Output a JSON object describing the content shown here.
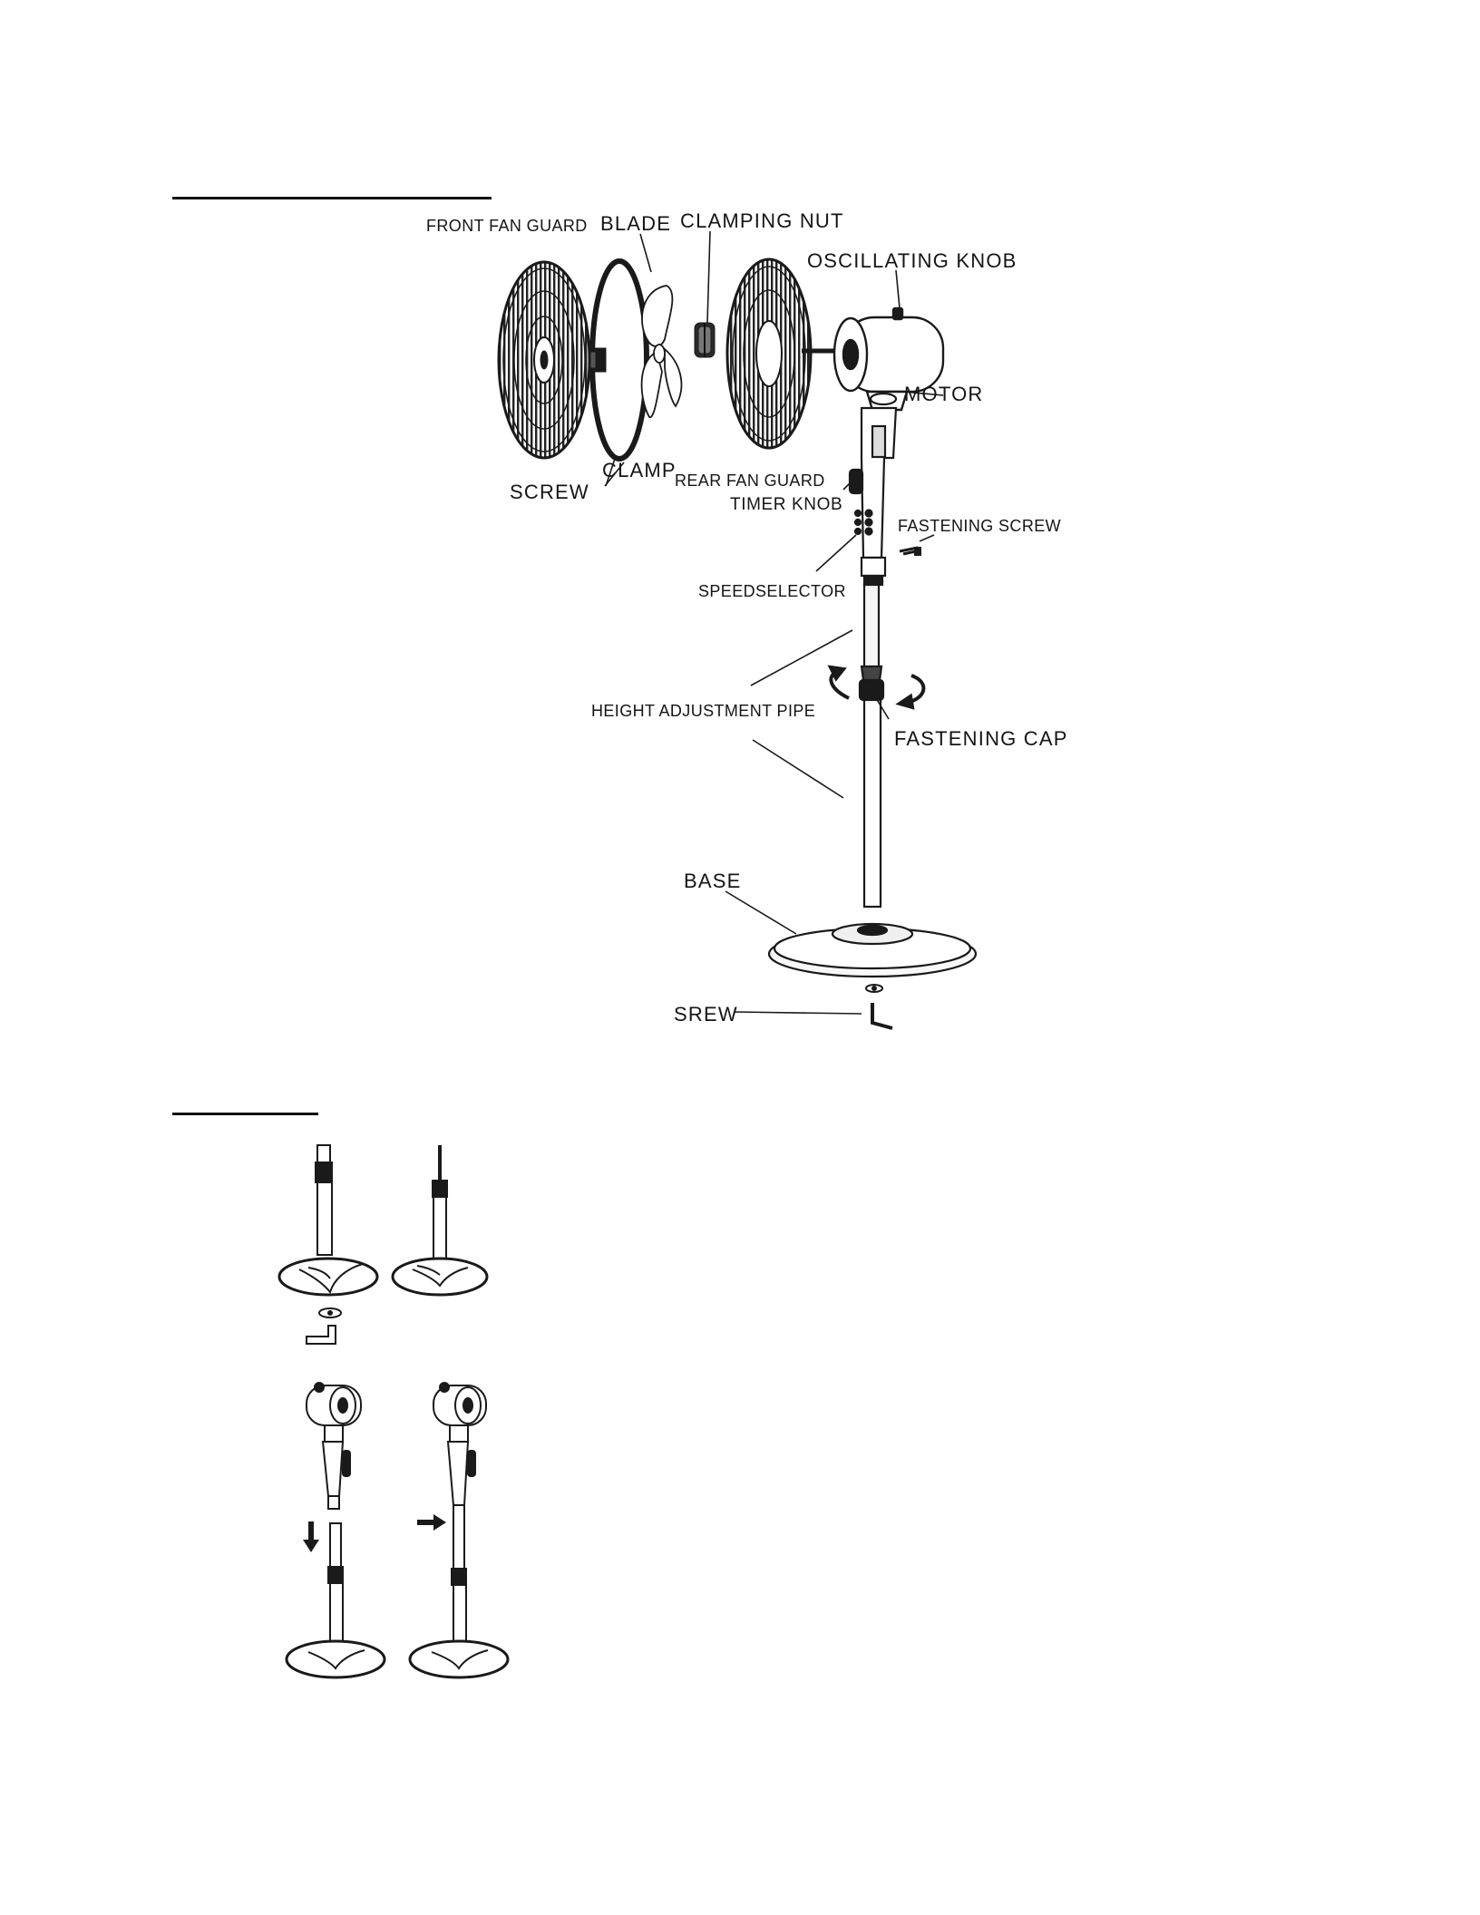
{
  "colors": {
    "ink": "#1a1a1a",
    "paper": "#ffffff",
    "shade": "#555555"
  },
  "labels": {
    "front_fan_guard": "FRONT FAN GUARD",
    "blade": "BLADE",
    "clamping_nut": "CLAMPING  NUT",
    "oscillating_knob": "OSCILLATING  KNOB",
    "motor": "MOTOR",
    "screw": "SCREW",
    "clamp": "CLAMP",
    "rear_fan_guard": "REAR FAN GUARD",
    "timer_knob": "TIMER  KNOB",
    "fastening_screw": "FASTENING SCREW",
    "speed_selector": "SPEEDSELECTOR",
    "height_adjustment_pipe": "HEIGHT  ADJUSTMENT  PIPE",
    "fastening_cap": "FASTENING  CAP",
    "base": "BASE",
    "srew": "SREW"
  },
  "icons": [
    "down-arrow-icon",
    "right-arrow-icon",
    "rotate-left-arrow-icon",
    "rotate-right-arrow-icon"
  ]
}
